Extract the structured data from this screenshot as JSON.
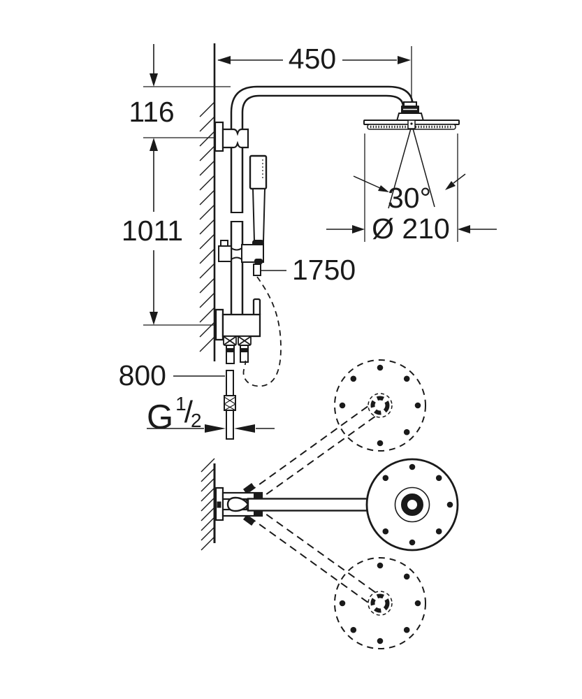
{
  "drawing": {
    "kind": "shower-system-dimensional-drawing",
    "views": [
      "side-elevation",
      "plan-view-swivel-arm"
    ],
    "colors": {
      "line": "#1a1a1a",
      "background": "#ffffff"
    }
  },
  "labels": {
    "arm_length": "450",
    "wall_offset": "116",
    "rail_height": "1011",
    "spray_angle": "30°",
    "head_diameter": "Ø 210",
    "hose_length": "1750",
    "supply_length": "800",
    "thread_g": "G",
    "thread_num": "1",
    "thread_slash": "/",
    "thread_den": "2"
  }
}
